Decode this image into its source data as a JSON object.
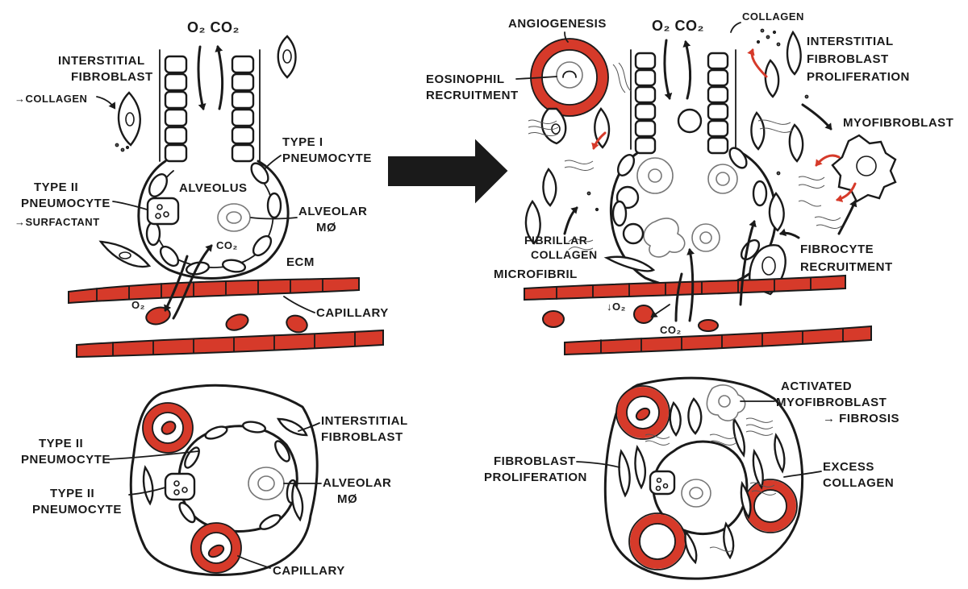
{
  "colors": {
    "ink": "#1a1a1a",
    "blood_red": "#d63a2a",
    "background": "#ffffff"
  },
  "healthy": {
    "gas_label": "O₂ CO₂",
    "interstitial_fibroblast": [
      "INTERSTITIAL",
      "FIBROBLAST"
    ],
    "collagen_note": "→COLLAGEN",
    "type1_pneumocyte": [
      "TYPE I",
      "PNEUMOCYTE"
    ],
    "alveolus": "ALVEOLUS",
    "type2_pneumocyte": [
      "TYPE II",
      "PNEUMOCYTE"
    ],
    "surfactant_note": "→SURFACTANT",
    "alveolar_macrophage": [
      "ALVEOLAR",
      "MØ"
    ],
    "co2_small": "CO₂",
    "o2_small": "O₂",
    "ecm": "ECM",
    "capillary": "CAPILLARY"
  },
  "fibrotic": {
    "angiogenesis": "ANGIOGENESIS",
    "gas_label": "O₂ CO₂",
    "collagen": "COLLAGEN",
    "fibroblast_proliferation": [
      "INTERSTITIAL",
      "FIBROBLAST",
      "PROLIFERATION"
    ],
    "eosinophil_recruitment": [
      "EOSINOPHIL",
      "RECRUITMENT"
    ],
    "myofibroblast": "MYOFIBROBLAST",
    "fibrillar_collagen": [
      "FIBRILLAR",
      "COLLAGEN"
    ],
    "microfibril": "MICROFIBRIL",
    "fibrocyte_recruitment": [
      "FIBROCYTE",
      "RECRUITMENT"
    ],
    "o2_reduced": "↓O₂",
    "co2_small": "CO₂"
  },
  "cross_section_healthy": {
    "interstitial_fibroblast": [
      "INTERSTITIAL",
      "FIBROBLAST"
    ],
    "type2_pneumocyte_a": [
      "TYPE II",
      "PNEUMOCYTE"
    ],
    "type2_pneumocyte_b": [
      "TYPE II",
      "PNEUMOCYTE"
    ],
    "alveolar_macrophage": [
      "ALVEOLAR",
      "MØ"
    ],
    "capillary": "CAPILLARY"
  },
  "cross_section_fibrotic": {
    "activated_myofibroblast": [
      "ACTIVATED",
      "MYOFIBROBLAST",
      "→ FIBROSIS"
    ],
    "fibroblast_proliferation": [
      "FIBROBLAST",
      "PROLIFERATION"
    ],
    "excess_collagen": [
      "EXCESS",
      "COLLAGEN"
    ]
  }
}
